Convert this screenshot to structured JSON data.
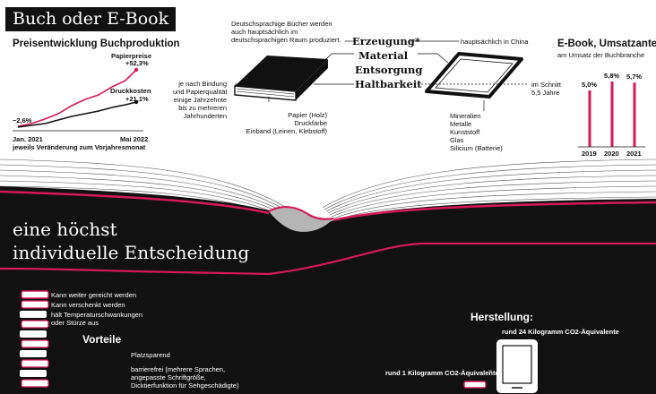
{
  "title": "Buch oder E-Book",
  "price_section": {
    "heading": "Preisentwicklung Buchproduktion",
    "series": [
      {
        "name": "Papierpreise",
        "value_label": "+52,3%",
        "color": "#d6195a"
      },
      {
        "name": "Druckkosten",
        "value_label": "+21,1%",
        "color": "#111111"
      }
    ],
    "start_label": "−2,6%",
    "x_start": "Jan. 2021",
    "x_end": "Mai 2022",
    "caption": "jeweils Veränderung zum Vorjahresmonat"
  },
  "middle": {
    "book_origin": [
      "Deutschsprachige Bücher werden",
      "auch hauptsächlich im",
      "deutschsprachigen Raum produziert."
    ],
    "ebook_origin": "hauptsächlich in China",
    "categories": [
      "Erzeugung*",
      "Material",
      "Entsorgung",
      "Haltbarkeit"
    ],
    "book_durability": [
      "je nach Bindung",
      "und Papierqualität",
      "einige Jahrzehnte",
      "bis zu mehreren",
      "Jahrhunderten"
    ],
    "ebook_durability": [
      "im Schnitt",
      "5,5 Jahre"
    ],
    "book_materials": [
      "Papier (Holz)",
      "Druckfarbe",
      "Einband (Leinen, Klebstoff)"
    ],
    "ebook_materials": [
      "Mineralien",
      "Metalle",
      "Kunststoff",
      "Glas",
      "Silicium (Batterie)"
    ]
  },
  "ebook_share": {
    "heading": "E-Book, Umsatzanteil",
    "subheading": "am Umsatz der Buchbranche",
    "color": "#d6195a"
  },
  "chart_data": {
    "type": "bar",
    "title": "E-Book, Umsatzanteil",
    "subtitle": "am Umsatz der Buchbranche",
    "categories": [
      "2019",
      "2020",
      "2021"
    ],
    "values": [
      5.0,
      5.8,
      5.7
    ],
    "value_labels": [
      "5,0%",
      "5,8%",
      "5,7%"
    ],
    "ylim": [
      0,
      5.8
    ]
  },
  "headline": [
    "eine höchst",
    "individuelle Entscheidung"
  ],
  "advantages": {
    "items": [
      "Kann weiter gereicht werden",
      "Kann  verschenkt werden",
      "hält Temperaturschwankungen",
      "oder Stürze aus"
    ],
    "label": "Vorteile",
    "ebook_items": [
      "Platzsparend",
      "barrierefrei (mehrere Sprachen,",
      "angepasste Schriftgröße,",
      "Dicktierfunktion für Sehgeschädigte)"
    ]
  },
  "production": {
    "heading": "Herstellung:",
    "ebook_co2": "rund 24 Kilogramm CO2-Äquivalente",
    "book_co2": "rund 1 Kilogramm CO2-Äquivalente"
  }
}
